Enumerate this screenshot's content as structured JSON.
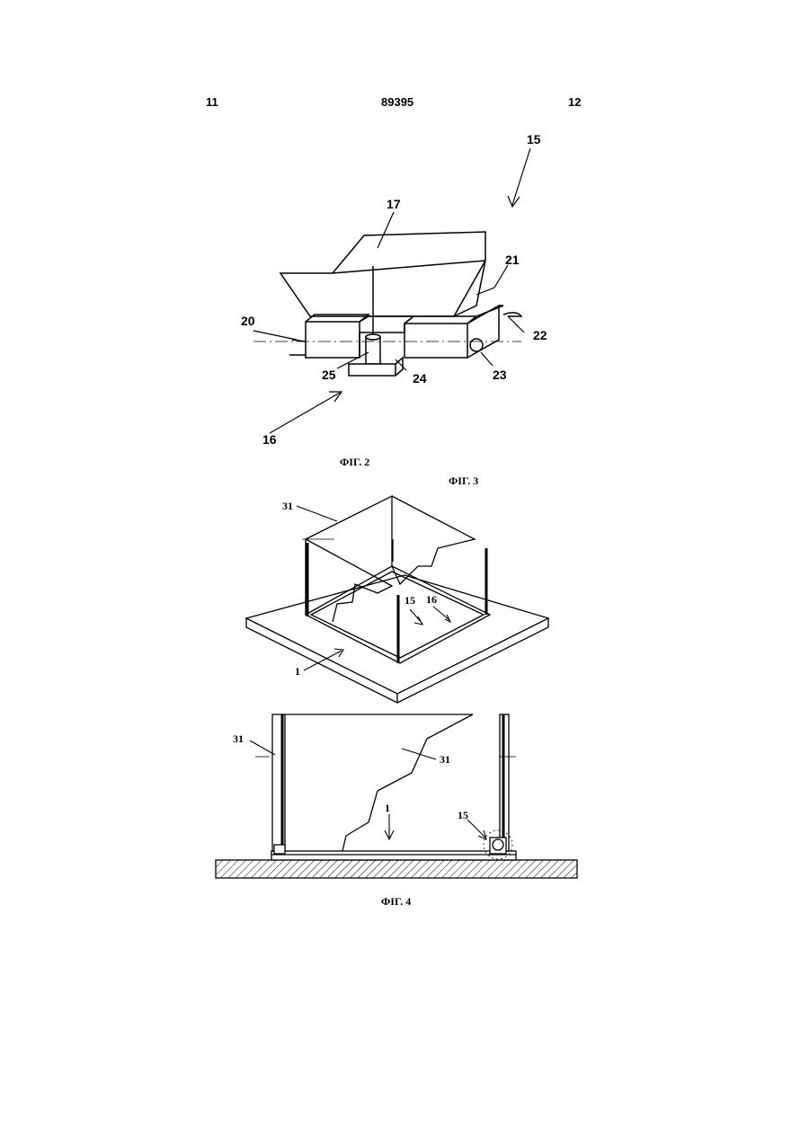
{
  "header": {
    "left_page": "11",
    "patent_number": "89395",
    "right_page": "12"
  },
  "figures": [
    {
      "caption": "ФІГ. 2",
      "labels": [
        "15",
        "17",
        "21",
        "20",
        "22",
        "25",
        "24",
        "23",
        "16"
      ]
    },
    {
      "caption": "ФІГ. 3",
      "labels": [
        "31",
        "15",
        "16",
        "1"
      ]
    },
    {
      "caption": "ФІГ. 4",
      "labels": [
        "31",
        "31",
        "1",
        "15"
      ]
    }
  ]
}
